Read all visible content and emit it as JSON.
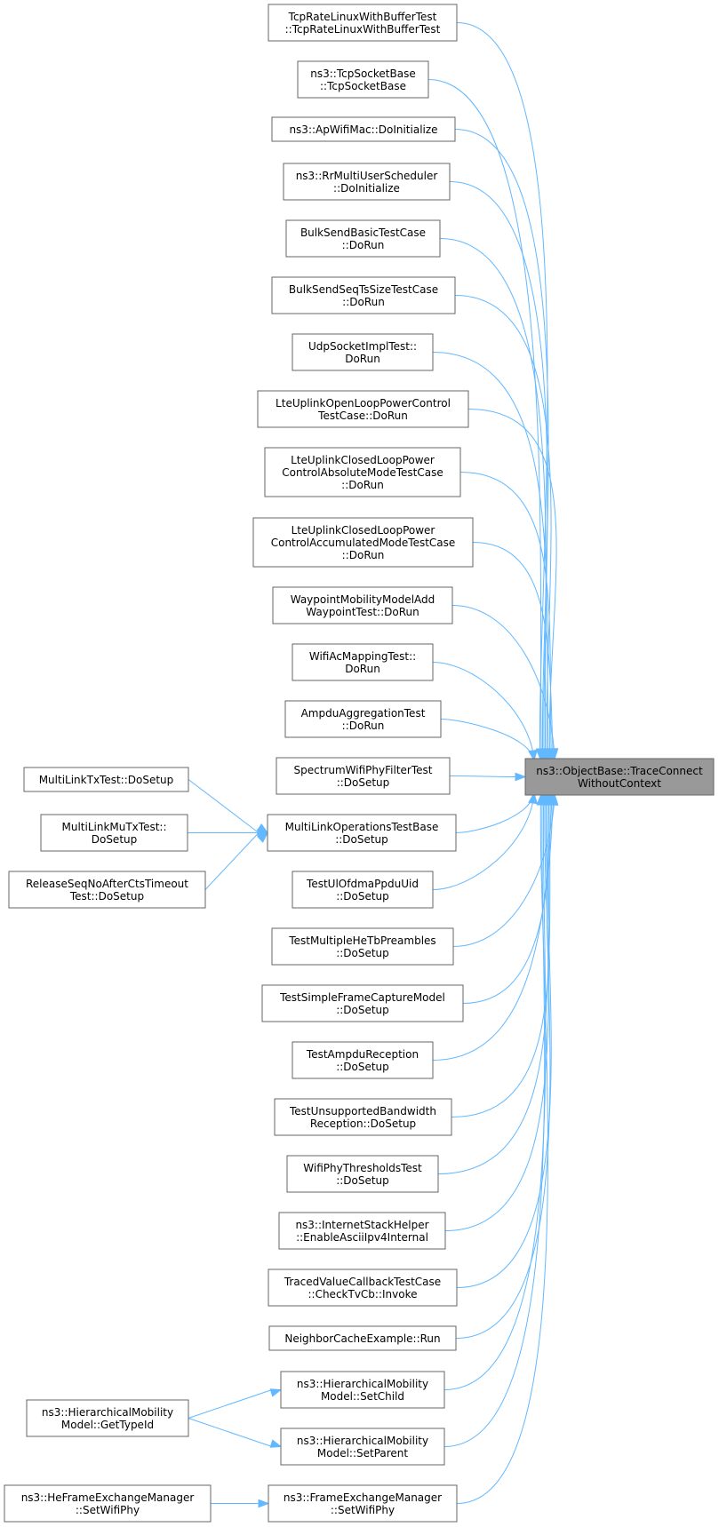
{
  "graph": {
    "target": {
      "id": "target",
      "lines": [
        "ns3::ObjectBase::TraceConnect",
        "WithoutContext"
      ]
    },
    "callers": [
      {
        "id": "tcprate",
        "lines": [
          "TcpRateLinuxWithBufferTest",
          "::TcpRateLinuxWithBufferTest"
        ]
      },
      {
        "id": "tcpsocketbase",
        "lines": [
          "ns3::TcpSocketBase",
          "::TcpSocketBase"
        ]
      },
      {
        "id": "apwifimac",
        "lines": [
          "ns3::ApWifiMac::DoInitialize"
        ]
      },
      {
        "id": "rrmulti",
        "lines": [
          "ns3::RrMultiUserScheduler",
          "::DoInitialize"
        ]
      },
      {
        "id": "bulkbasic",
        "lines": [
          "BulkSendBasicTestCase",
          "::DoRun"
        ]
      },
      {
        "id": "bulkseq",
        "lines": [
          "BulkSendSeqTsSizeTestCase",
          "::DoRun"
        ]
      },
      {
        "id": "udpsocket",
        "lines": [
          "UdpSocketImplTest::",
          "DoRun"
        ]
      },
      {
        "id": "lteopen",
        "lines": [
          "LteUplinkOpenLoopPowerControl",
          "TestCase::DoRun"
        ]
      },
      {
        "id": "lteclosedabs",
        "lines": [
          "LteUplinkClosedLoopPower",
          "ControlAbsoluteModeTestCase",
          "::DoRun"
        ]
      },
      {
        "id": "lteclosedacc",
        "lines": [
          "LteUplinkClosedLoopPower",
          "ControlAccumulatedModeTestCase",
          "::DoRun"
        ]
      },
      {
        "id": "waypoint",
        "lines": [
          "WaypointMobilityModelAdd",
          "WaypointTest::DoRun"
        ]
      },
      {
        "id": "wifiac",
        "lines": [
          "WifiAcMappingTest::",
          "DoRun"
        ]
      },
      {
        "id": "ampduagg",
        "lines": [
          "AmpduAggregationTest",
          "::DoRun"
        ]
      },
      {
        "id": "spectrumfilter",
        "lines": [
          "SpectrumWifiPhyFilterTest",
          "::DoSetup"
        ]
      },
      {
        "id": "multilinkbase",
        "lines": [
          "MultiLinkOperationsTestBase",
          "::DoSetup"
        ]
      },
      {
        "id": "testulofdma",
        "lines": [
          "TestUlOfdmaPpduUid",
          "::DoSetup"
        ]
      },
      {
        "id": "testmultiplehetb",
        "lines": [
          "TestMultipleHeTbPreambles",
          "::DoSetup"
        ]
      },
      {
        "id": "testsimpleframe",
        "lines": [
          "TestSimpleFrameCaptureModel",
          "::DoSetup"
        ]
      },
      {
        "id": "testampdurx",
        "lines": [
          "TestAmpduReception",
          "::DoSetup"
        ]
      },
      {
        "id": "testunsupported",
        "lines": [
          "TestUnsupportedBandwidth",
          "Reception::DoSetup"
        ]
      },
      {
        "id": "wifiphythresholds",
        "lines": [
          "WifiPhyThresholdsTest",
          "::DoSetup"
        ]
      },
      {
        "id": "internetstack",
        "lines": [
          "ns3::InternetStackHelper",
          "::EnableAsciiIpv4Internal"
        ]
      },
      {
        "id": "tracedvalue",
        "lines": [
          "TracedValueCallbackTestCase",
          "::CheckTvCb::Invoke"
        ]
      },
      {
        "id": "neighborcache",
        "lines": [
          "NeighborCacheExample::Run"
        ]
      },
      {
        "id": "hiersetchild",
        "lines": [
          "ns3::HierarchicalMobility",
          "Model::SetChild"
        ]
      },
      {
        "id": "hiersetparent",
        "lines": [
          "ns3::HierarchicalMobility",
          "Model::SetParent"
        ]
      },
      {
        "id": "framesetwifiphy",
        "lines": [
          "ns3::FrameExchangeManager",
          "::SetWifiPhy"
        ]
      }
    ],
    "second_level": [
      {
        "id": "multilinktx",
        "lines": [
          "MultiLinkTxTest::DoSetup"
        ]
      },
      {
        "id": "multilinkmutx",
        "lines": [
          "MultiLinkMuTxTest::",
          "DoSetup"
        ]
      },
      {
        "id": "releaseseq",
        "lines": [
          "ReleaseSeqNoAfterCtsTimeout",
          "Test::DoSetup"
        ]
      },
      {
        "id": "hiergettypeid",
        "lines": [
          "ns3::HierarchicalMobility",
          "Model::GetTypeId"
        ]
      },
      {
        "id": "hesetwifiphy",
        "lines": [
          "ns3::HeFrameExchangeManager",
          "::SetWifiPhy"
        ]
      }
    ],
    "edges": [
      {
        "from": "multilinktx",
        "to": "multilinkbase"
      },
      {
        "from": "multilinkmutx",
        "to": "multilinkbase"
      },
      {
        "from": "releaseseq",
        "to": "multilinkbase"
      },
      {
        "from": "hiergettypeid",
        "to": "hiersetchild"
      },
      {
        "from": "hiergettypeid",
        "to": "hiersetparent"
      },
      {
        "from": "hesetwifiphy",
        "to": "framesetwifiphy"
      }
    ],
    "colors": {
      "edge": "#63b8ff",
      "node_border": "#666666",
      "node_fill": "#ffffff",
      "target_fill": "#999999"
    }
  }
}
